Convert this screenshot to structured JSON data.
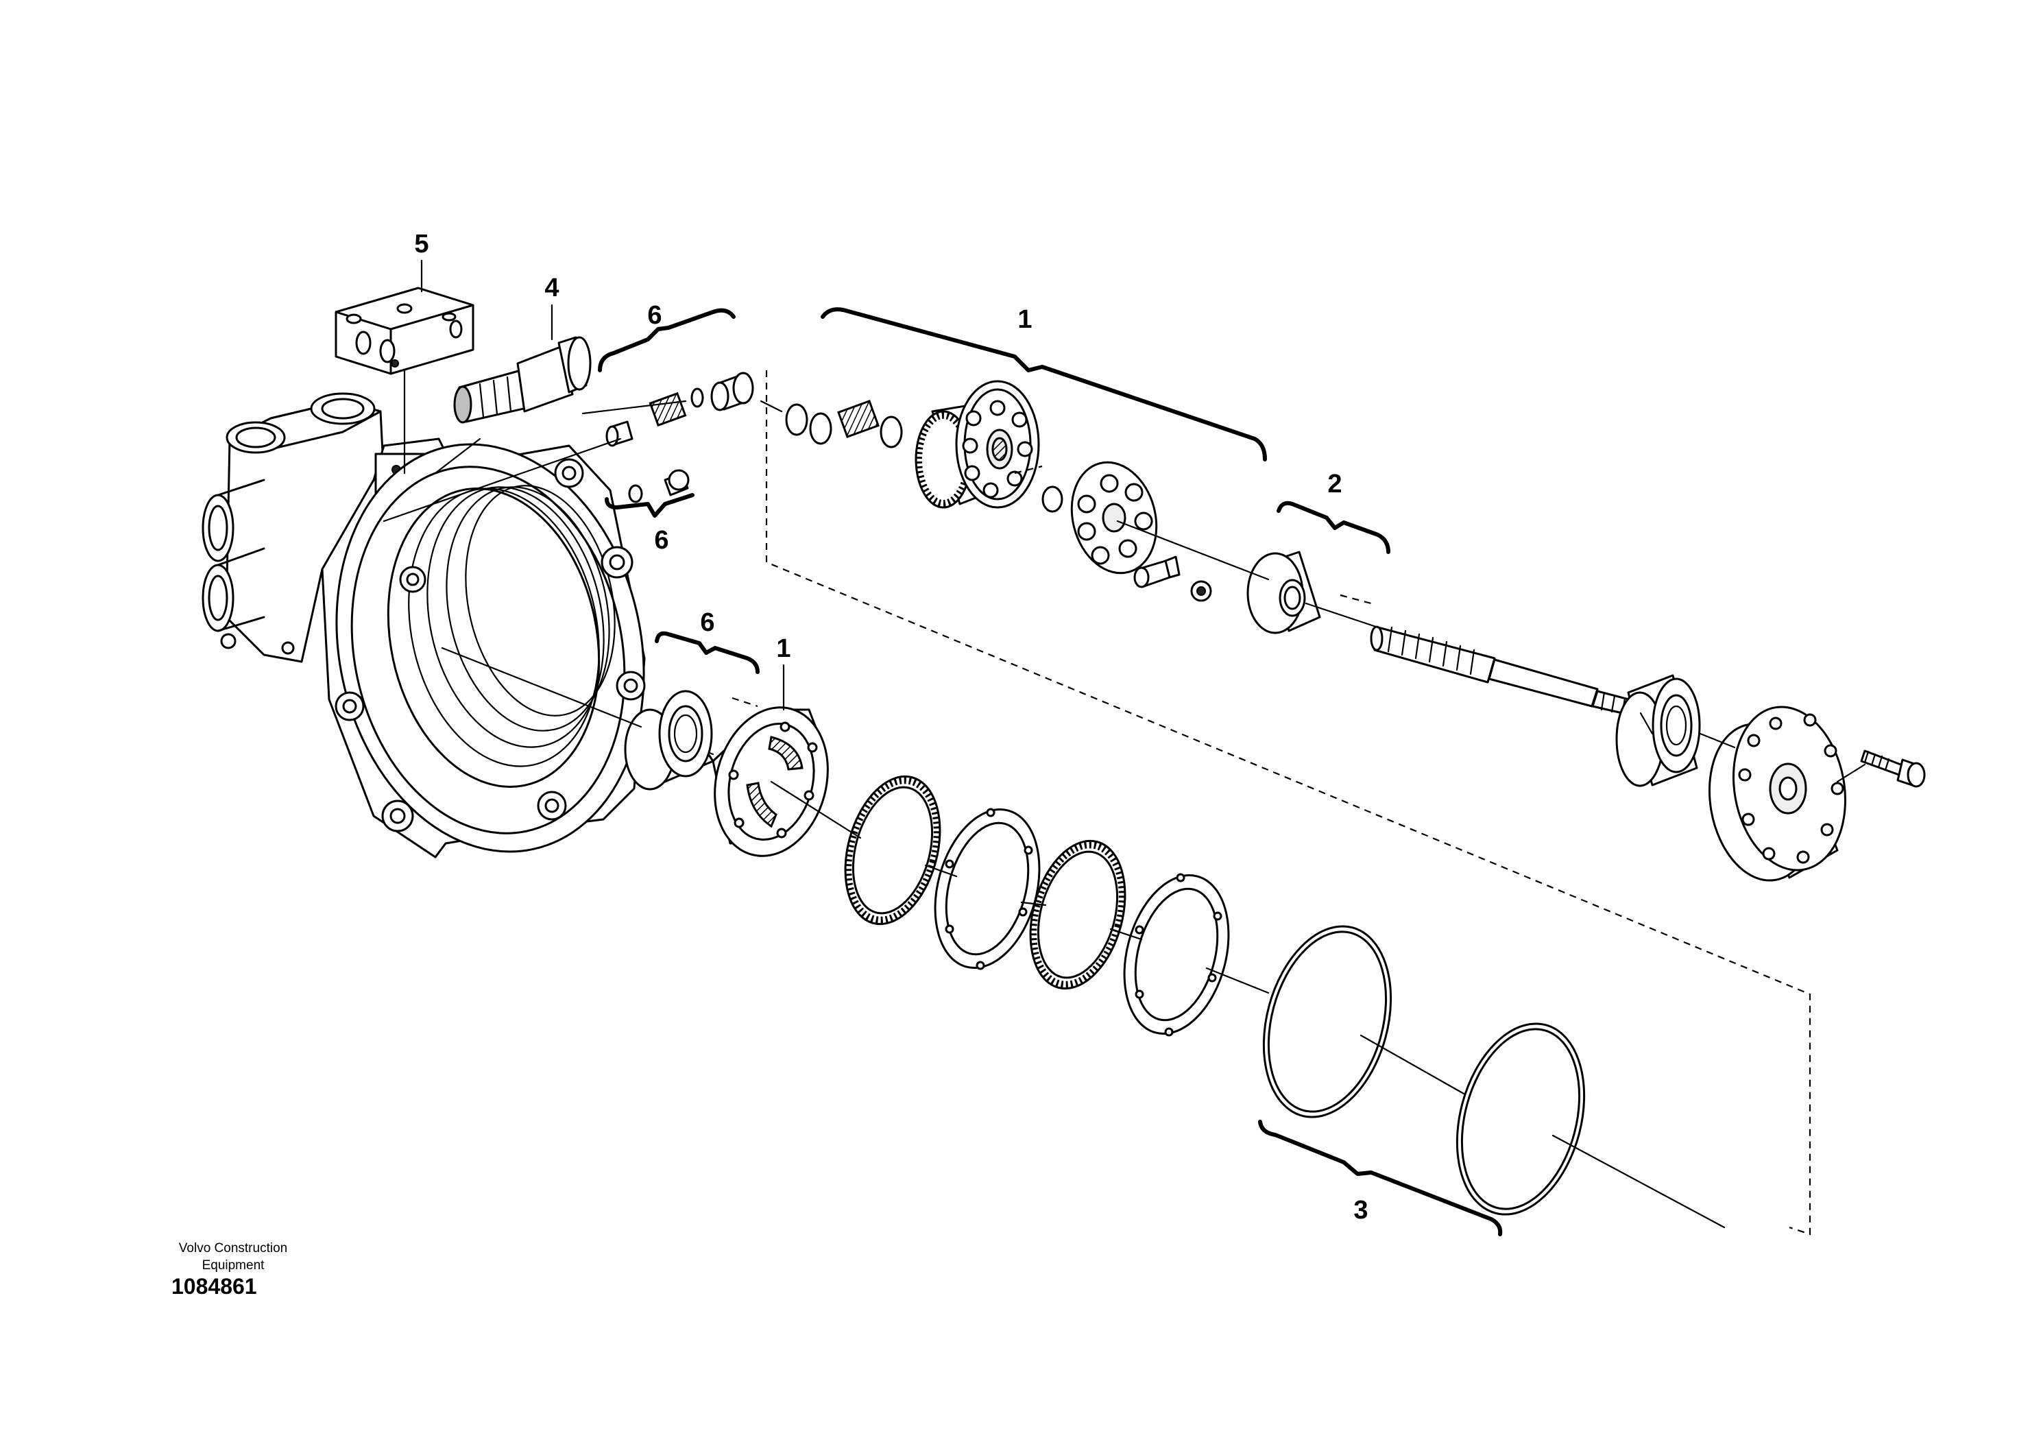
{
  "callouts": {
    "c5": "5",
    "c4": "4",
    "c6a": "6",
    "c6b": "6",
    "c6c": "6",
    "c1a": "1",
    "c1b": "1",
    "c2": "2",
    "c3": "3"
  },
  "footer": {
    "company_line1": "Volvo Construction",
    "company_line2": "Equipment",
    "document_number": "1084861"
  }
}
